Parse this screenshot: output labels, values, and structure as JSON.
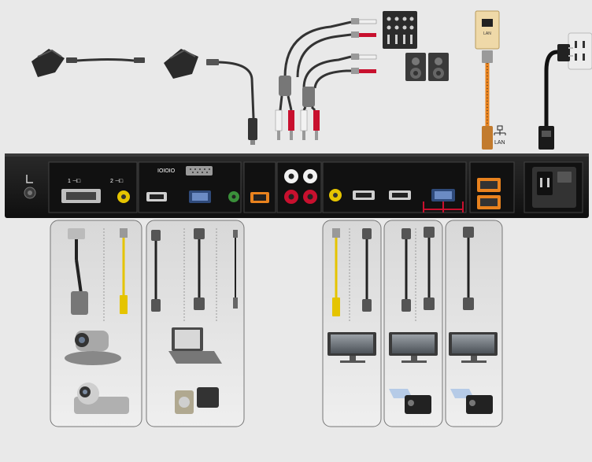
{
  "panel": {
    "serial_label": "IOIOIO",
    "lan_label": "LAN"
  },
  "jack": {
    "tiny_label": "LAN"
  },
  "groups": [
    {
      "id": "camera-inputs",
      "devices": [
        "ptz-camera-icon",
        "hd-camera-icon"
      ]
    },
    {
      "id": "pc-inputs",
      "devices": [
        "laptop-icon",
        "document-camera-icon"
      ]
    },
    {
      "id": "display-outputs-1",
      "devices": [
        "monitor-icon"
      ]
    },
    {
      "id": "display-outputs-2",
      "devices": [
        "monitor-icon",
        "projector-icon"
      ]
    },
    {
      "id": "display-outputs-3",
      "devices": [
        "monitor-icon",
        "projector-icon"
      ]
    }
  ],
  "colors": {
    "panel": "#1c1c1c",
    "background": "#e9e9e9",
    "audio_red": "#c8102e",
    "audio_white": "#f2f2f2",
    "lan_orange": "#e8821e",
    "video_yellow": "#e5c400",
    "phono_green": "#3a8f3a"
  }
}
